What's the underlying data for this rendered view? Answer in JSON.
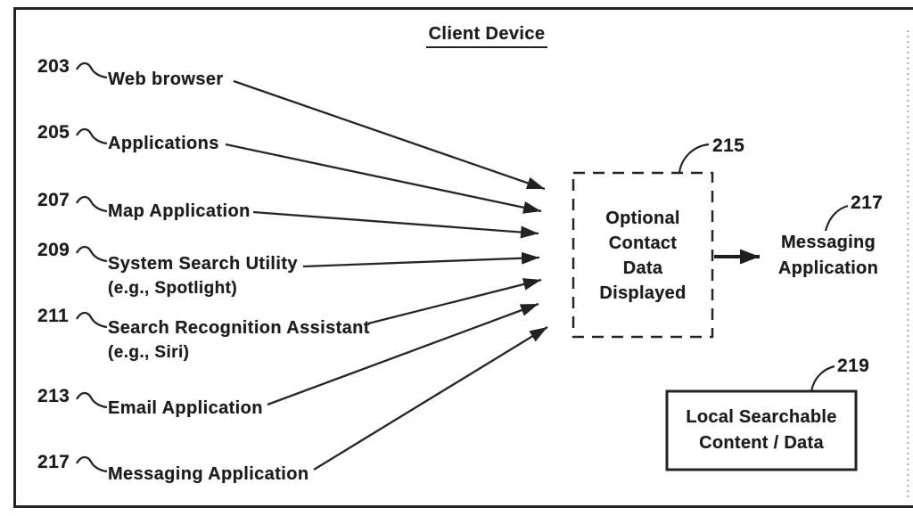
{
  "figure_title": "Client Device",
  "colors": {
    "ink": "#1f1f1f",
    "paper": "#ffffff"
  },
  "sources": [
    {
      "ref": "203",
      "label": "Web browser",
      "sublabel": ""
    },
    {
      "ref": "205",
      "label": "Applications",
      "sublabel": ""
    },
    {
      "ref": "207",
      "label": "Map Application",
      "sublabel": ""
    },
    {
      "ref": "209",
      "label": "System Search Utility",
      "sublabel": "(e.g., Spotlight)"
    },
    {
      "ref": "211",
      "label": "Search Recognition Assistant",
      "sublabel": "(e.g., Siri)"
    },
    {
      "ref": "213",
      "label": "Email Application",
      "sublabel": ""
    },
    {
      "ref": "217",
      "label": "Messaging Application",
      "sublabel": ""
    }
  ],
  "center_box": {
    "ref": "215",
    "lines": [
      "Optional",
      "Contact",
      "Data",
      "Displayed"
    ]
  },
  "output_label": {
    "ref": "217",
    "lines": [
      "Messaging",
      "Application"
    ]
  },
  "storage_box": {
    "ref": "219",
    "lines": [
      "Local Searchable",
      "Content / Data"
    ]
  }
}
